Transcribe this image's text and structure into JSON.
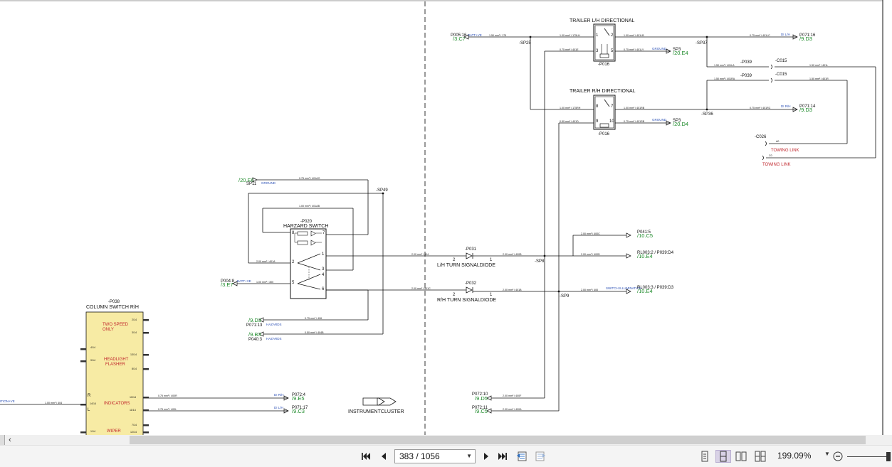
{
  "schematic": {
    "trailer_lh_title": "TRAILER L/H DIRECTIONAL",
    "trailer_rh_title": "TRAILER R/H DIRECTIONAL",
    "p005_ref": "P005:16",
    "p005_link": "/3.C7",
    "batt_ve": "BATT+VE",
    "sp25": "-SP25",
    "sp37": "-SP37",
    "sp36": "-SP36",
    "sp49": "-SP49",
    "sp8": "-SP8",
    "sp9": "-SP9",
    "p016_1": "-P016",
    "p016_2": "-P016",
    "sp3_1": "SP3",
    "sp3_1_link": "/20.E4",
    "sp3_2": "SP3",
    "sp3_2_link": "/20.D4",
    "ground": "GROUND",
    "p071_16": "P071:16",
    "p071_16_link": "/9.D3",
    "p071_14": "P071:14",
    "p071_14_link": "/9.D3",
    "di_lh": "DI L/H",
    "di_rh": "DI R/H",
    "p039_1": "-P039",
    "p039_2": "-P039",
    "c015_1": "-C015",
    "c015_2": "-C015",
    "c026": "-C026",
    "towing_link_1": "TOWING LINK",
    "towing_link_2": "TOWING LINK",
    "a0": "A0",
    "c0": "C0",
    "sp11": "SP11",
    "sp11_link": "/20.E6",
    "p020": "-P020",
    "hazard_switch": "HARZARD SWITCH",
    "p004": "P004:8",
    "p004_link": "/3.E7",
    "p071_13": "P071:13",
    "p071_13_link": "/9.D3",
    "hazards_1": "HAZARDS",
    "p040": "P040:3",
    "p040_link": "/9.B3",
    "hazards_2": "HAZARDS",
    "p031": "-P031",
    "lh_diode": "L/H TURN SIGNALDIODE",
    "p032": "-P032",
    "rh_diode": "R/H TURN SIGNALDIODE",
    "p041": "P041:5",
    "p041_link": "/10.C5",
    "rl003_2": "RL003:2 / P039:D4",
    "rl003_2_link": "/10.E4",
    "rl003_3": "RL003:3 / P039:D3",
    "rl003_3_link": "/10.E4",
    "switch_illum": "SWITCH ILLUMINATION",
    "p072_10": "P072:10",
    "p072_10_link": "/9.D5",
    "p072_11": "P072:11",
    "p072_11_link": "/9.C5",
    "instrument_cluster": "INSTRUMENTCLUSTER",
    "p038": "-P038",
    "column_switch": "COLUMN SWITCH R/H",
    "two_speed": "TWO SPEED",
    "only": "ONLY",
    "headlight": "HEADLIGHT",
    "flasher": "FLASHER",
    "indicators": "INDICATORS",
    "wiper": "WIPER",
    "pin_r": "R",
    "pin_l": "L",
    "p072_4": "P072:4",
    "p072_4_link": "/9.E5",
    "p071_17": "P071:17",
    "p071_17_link": "/9.C3",
    "ition_ve": "ITION+VE",
    "wire_175lh": "1.00 mm² / 175LH",
    "wire_401lb": "1.00 mm² / 401LB",
    "wire_401lc": "0.75 mm² / 401LC",
    "wire_401e": "0.75 mm² / 401E",
    "wire_401ly": "0.75 mm² / 401LY",
    "wire_175": "1.50 mm² / 175",
    "wire_175rh": "1.00 mm² / 175RH",
    "wire_401rb": "1.00 mm² / 401RB",
    "wire_401rc": "0.75 mm² / 401RC",
    "wire_401d": "0.50 mm² / 401D",
    "wire_401rb2": "0.75 mm² / 401RB",
    "wire_401la": "1.50 mm² / 401LA",
    "wire_401ra": "1.50 mm² / 401RA",
    "wire_401l": "1.50 mm² / 401L",
    "wire_401r": "1.50 mm² / 401R",
    "wire_401ao": "0.75 mm² / 401AO",
    "wire_401ab": "1.00 mm² / 401AB",
    "wire_401a": "2.00 mm² / 401A",
    "wire_300": "1.00 mm² / 300",
    "wire_401c": "2.00 mm² / 401C",
    "wire_401b": "2.00 mm² / 401B",
    "wire_404": "2.00 mm² / 404",
    "wire_406": "0.75 mm² / 406",
    "wire_404b": "0.50 mm² / 404B",
    "wire_401": "2.00 mm² / 401",
    "wire_400c": "2.00 mm² / 400C",
    "wire_400d": "2.00 mm² / 400D",
    "wire_400b": "2.00 mm² / 400B",
    "wire_400": "2.00 mm² / 400",
    "wire_400f": "2.00 mm² / 400F",
    "wire_400a": "2.00 mm² / 400A",
    "wire_400r": "0.75 mm² / 400R",
    "wire_400l": "0.75 mm² / 400L",
    "wire_404c": "1.00 mm² / 404"
  },
  "viewer": {
    "page_label": "383 / 1056",
    "zoom": "199.09%"
  }
}
